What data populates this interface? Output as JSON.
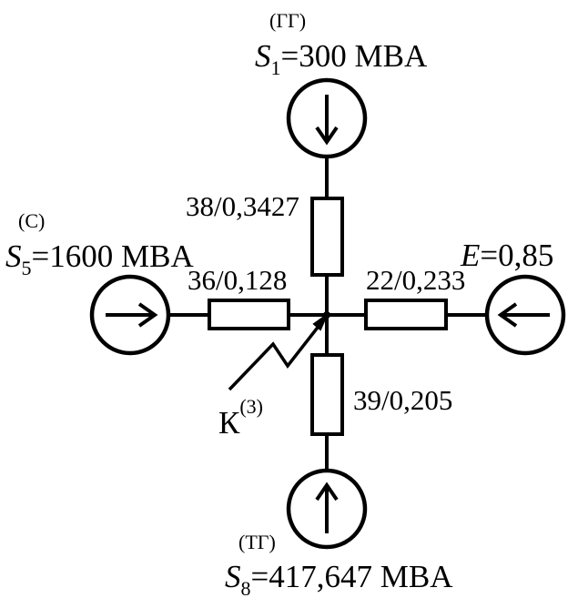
{
  "sources": {
    "top": {
      "type": "(ГГ)",
      "symbol": "S",
      "sub": "1",
      "value": "=300 MBA"
    },
    "left": {
      "type": "(С)",
      "symbol": "S",
      "sub": "5",
      "value": "=1600 MBA"
    },
    "right": {
      "symbol": "E",
      "value": "=0,85"
    },
    "bottom": {
      "type": "(ТГ)",
      "symbol": "S",
      "sub": "8",
      "value": "=417,647 MBA"
    }
  },
  "branches": {
    "top": "38/0,3427",
    "left": "36/0,128",
    "right": "22/0,233",
    "bottom": "39/0,205"
  },
  "fault": {
    "letter": "К",
    "sup": "(3)"
  }
}
